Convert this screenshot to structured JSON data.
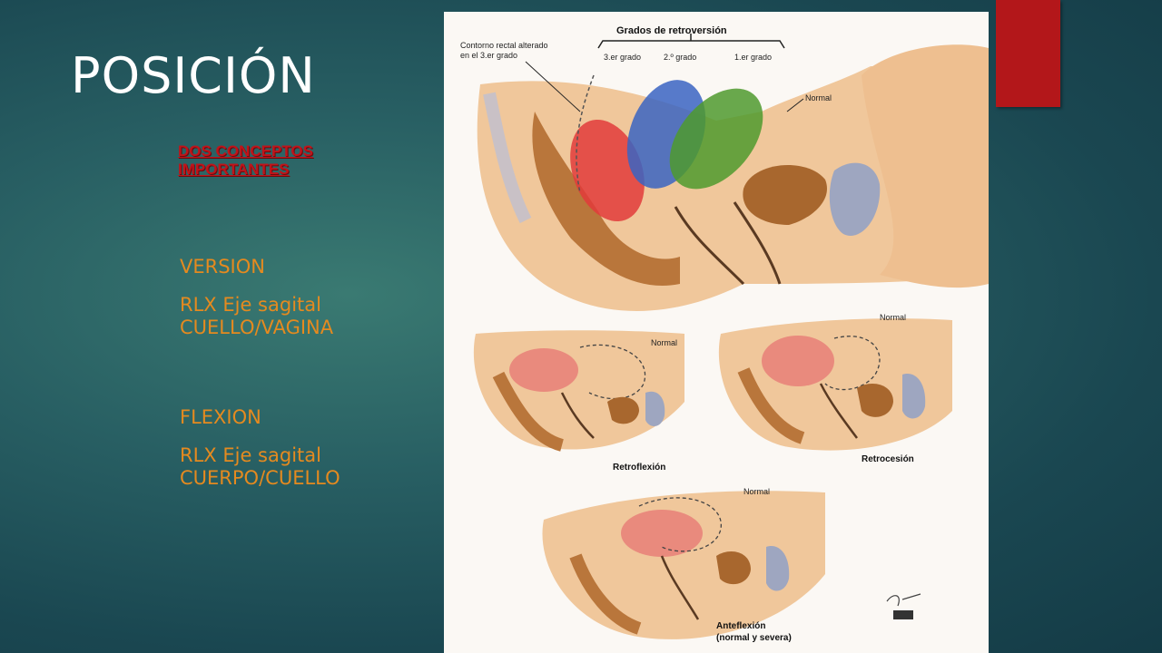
{
  "slide": {
    "title": "POSICIÓN",
    "subtitle": "DOS CONCEPTOS IMPORTANTES",
    "bullets": [
      "VERSION",
      "RLX Eje sagital CUELLO/VAGINA",
      "FLEXION",
      "RLX Eje sagital CUERPO/CUELLO"
    ],
    "accent_color": "#b3171a",
    "title_color": "#ffffff",
    "subtitle_color": "#c0141a",
    "bullet_color": "#e58a1f"
  },
  "figure": {
    "header": "Grados de retroversión",
    "grades": [
      "3.er grado",
      "2.º grado",
      "1.er grado"
    ],
    "rectal_note": [
      "Contorno rectal alterado",
      "en el 3.er grado"
    ],
    "normal_label": "Normal",
    "panel_labels": {
      "retroflexion": "Retroflexión",
      "retrocesion": "Retrocesión",
      "anteflexion": [
        "Anteflexión",
        "(normal y severa)"
      ]
    },
    "grade_colors": [
      "#e23b3b",
      "#3a64c2",
      "#4f9a2e"
    ]
  }
}
